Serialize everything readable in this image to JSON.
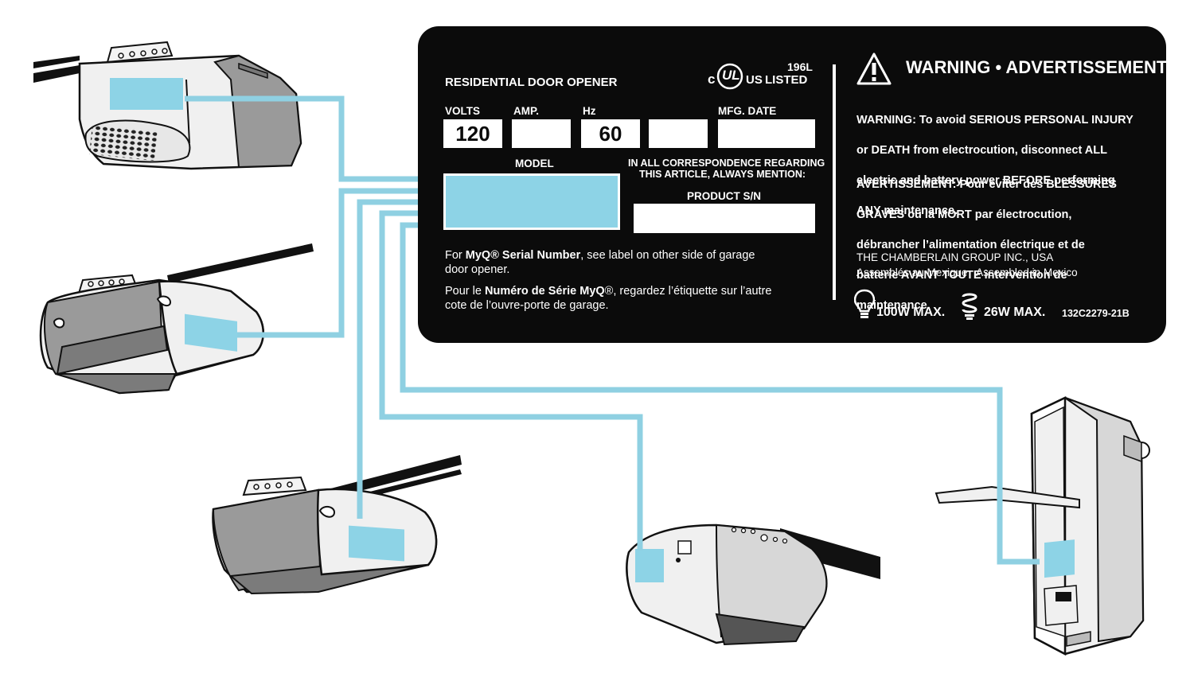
{
  "label": {
    "title": "RESIDENTIAL DOOR OPENER",
    "ul_c": "c",
    "ul_mark": "UL",
    "ul_us": "US",
    "ul_number": "196L",
    "ul_listed": "LISTED",
    "fields": {
      "volts_label": "VOLTS",
      "amp_label": "AMP.",
      "hz_label": "Hz",
      "mfg_label": "MFG. DATE",
      "volts_value": "120",
      "hz_value": "60",
      "model_label": "MODEL",
      "correspondence_line1": "IN ALL CORRESPONDENCE REGARDING",
      "correspondence_line2": "THIS ARTICLE, ALWAYS MENTION:",
      "product_sn_label": "PRODUCT S/N"
    },
    "myq_en": {
      "prefix": "For ",
      "bold": "MyQ® Serial Number",
      "rest1": ", see label on other side of garage",
      "rest2": "door opener."
    },
    "myq_fr": {
      "prefix": "Pour le ",
      "bold": "Numéro de Série MyQ",
      "rest1": "®, regardez l’étiquette sur l’autre",
      "rest2": "cote de l’ouvre-porte de garage."
    },
    "warning_title": "WARNING • ADVERTISSEMENT",
    "warning_en": [
      "WARNING: To avoid SERIOUS PERSONAL INJURY",
      "or DEATH from electrocution, disconnect ALL",
      "electric and battery power BEFORE performing",
      "ANY maintenance."
    ],
    "warning_fr": [
      "AVERTISSEMENT: Pour éviter des BLESSURES",
      "GRAVES ou la MORT par électrocution,",
      "débrancher l’alimentation électrique et de",
      "batterie AVANT TOUTE intervention de",
      "maintenance."
    ],
    "company": "THE CHAMBERLAIN GROUP INC., USA",
    "assembled": "Assemblés au Mexique   Assembled in Mexico",
    "bulb_max": "100W MAX.",
    "cfl_max": "26W MAX.",
    "part_number": "132C2279-21B"
  },
  "icons": [
    "warning-triangle-icon",
    "incandescent-bulb-icon",
    "cfl-bulb-icon",
    "ul-listed-mark-icon"
  ],
  "colors": {
    "label_bg": "#0b0b0b",
    "highlight": "#8dd3e6",
    "leader": "#8fd0e2",
    "housing": "#eeeeee",
    "housing_shade": "#9a9a9a",
    "housing_dark": "#7b7b7b"
  }
}
